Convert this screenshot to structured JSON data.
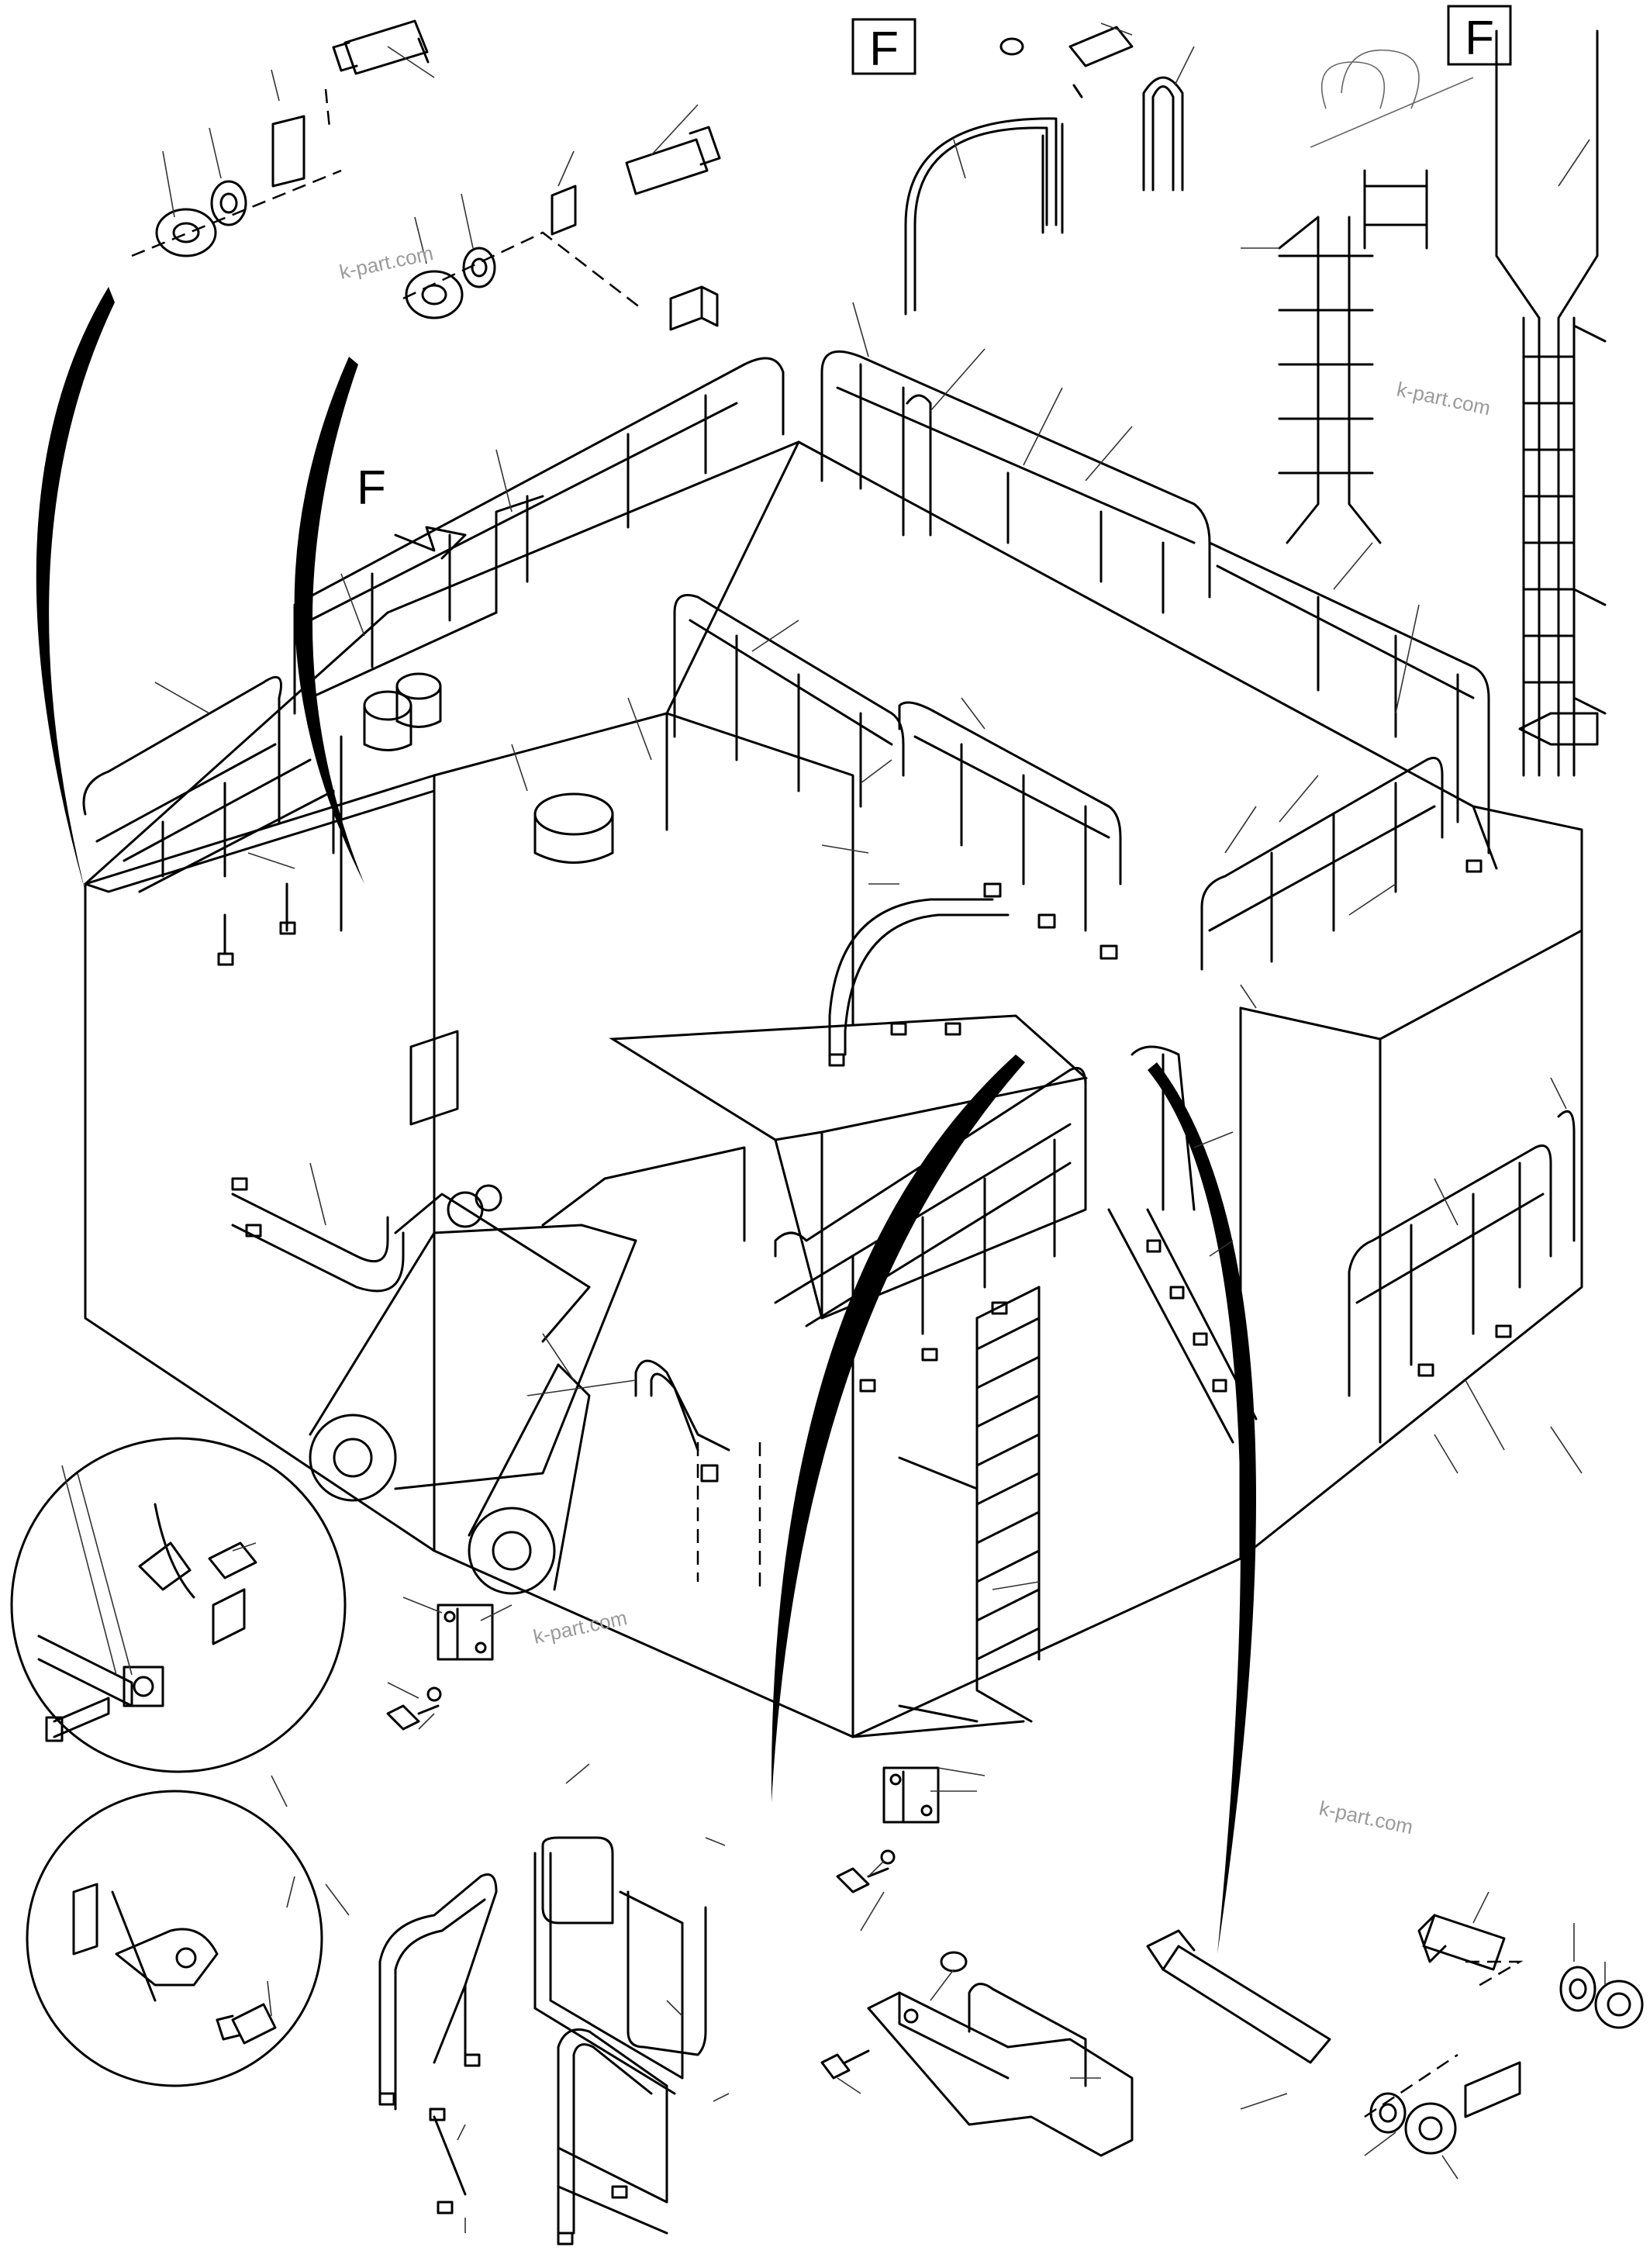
{
  "view_labels": {
    "view_f": "F",
    "inset_f_left": "F",
    "inset_f_right": "F"
  },
  "watermarks": [
    "k-part.com",
    "k-part.com",
    "k-part.com",
    "k-part.com"
  ],
  "colors": {
    "line": "#000000",
    "background": "#ffffff",
    "watermark": "#9a9a9a"
  }
}
